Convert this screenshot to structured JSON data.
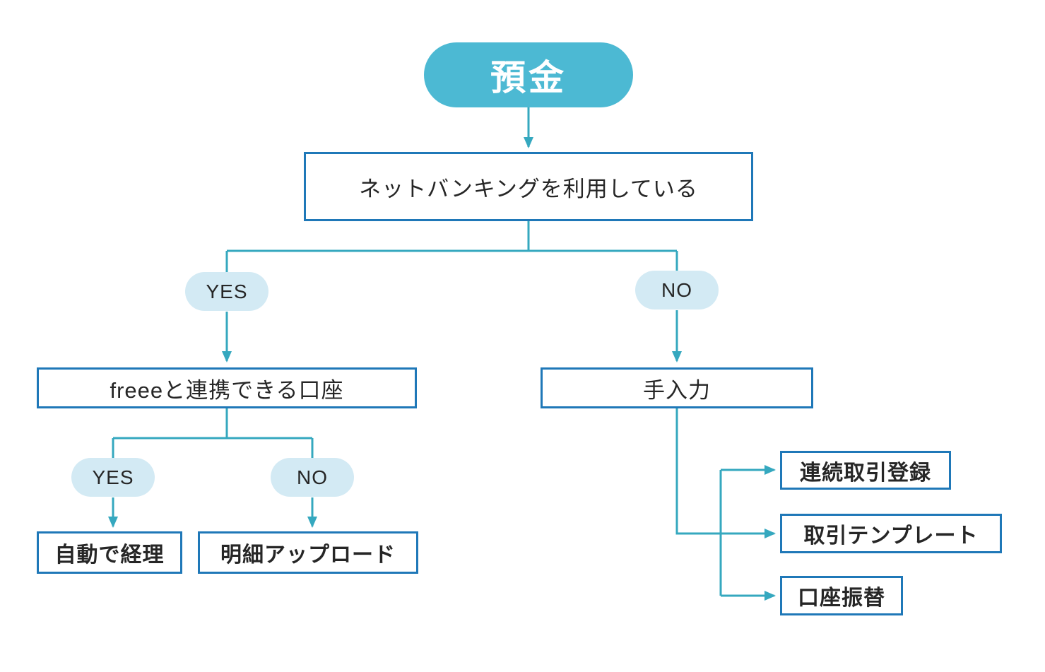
{
  "diagram_title": "預金",
  "colors": {
    "accent": "#4cb9d3",
    "border": "#1f78b8",
    "line": "#35a8bf",
    "badge": "#d3eaf4",
    "text": "#262626"
  },
  "nodes": {
    "root": {
      "label": "預金"
    },
    "q1": {
      "label": "ネットバンキングを利用している"
    },
    "yes1": {
      "label": "YES"
    },
    "no1": {
      "label": "NO"
    },
    "q2": {
      "label": "freeeと連携できる口座"
    },
    "yes2": {
      "label": "YES"
    },
    "no2": {
      "label": "NO"
    },
    "auto": {
      "label": "自動で経理"
    },
    "upload": {
      "label": "明細アップロード"
    },
    "manual": {
      "label": "手入力"
    },
    "serial": {
      "label": "連続取引登録"
    },
    "template": {
      "label": "取引テンプレート"
    },
    "transfer": {
      "label": "口座振替"
    }
  }
}
